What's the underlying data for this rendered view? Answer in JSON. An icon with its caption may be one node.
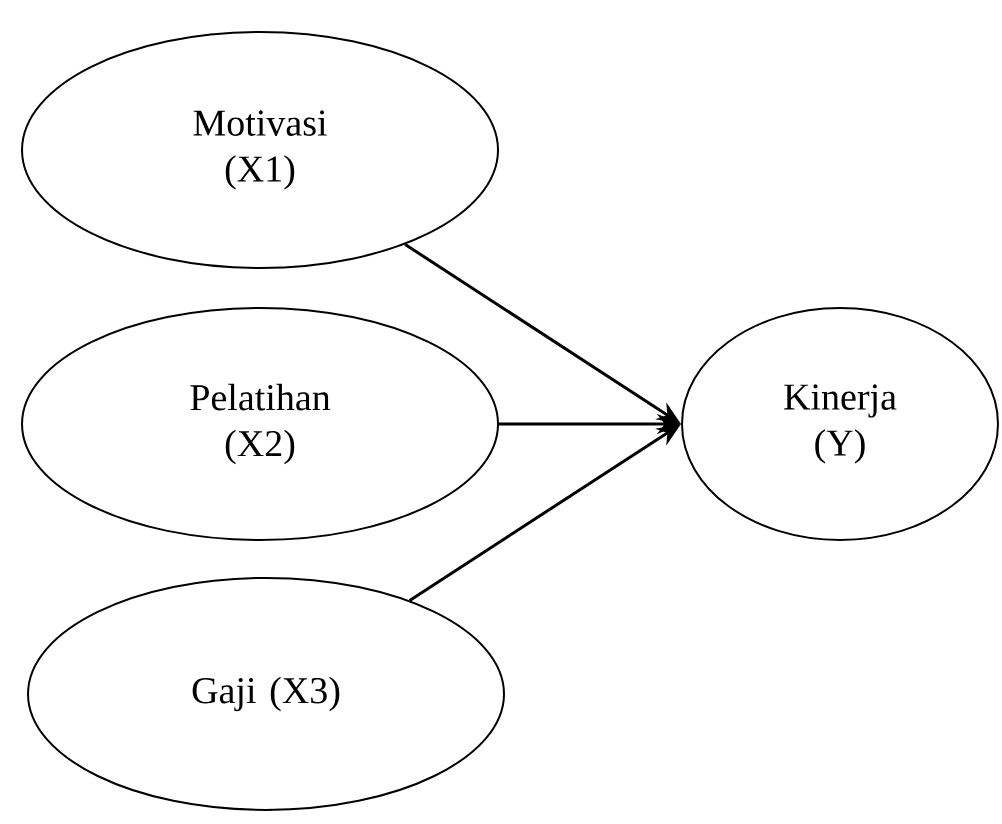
{
  "diagram": {
    "nodes": [
      {
        "text": [
          "Motivasi (X1)"
        ]
      },
      {
        "text": [
          "Pelatihan (X2)"
        ]
      },
      {
        "text": [
          "Gaji (X3)"
        ]
      },
      {
        "text": [
          "Kinerja (Y)"
        ]
      }
    ],
    "edges": [
      {
        "from": 0,
        "to": 3,
        "arrow": "to"
      },
      {
        "from": 1,
        "to": 3,
        "arrow": "to"
      },
      {
        "from": 2,
        "to": 3,
        "arrow": "to"
      }
    ]
  }
}
